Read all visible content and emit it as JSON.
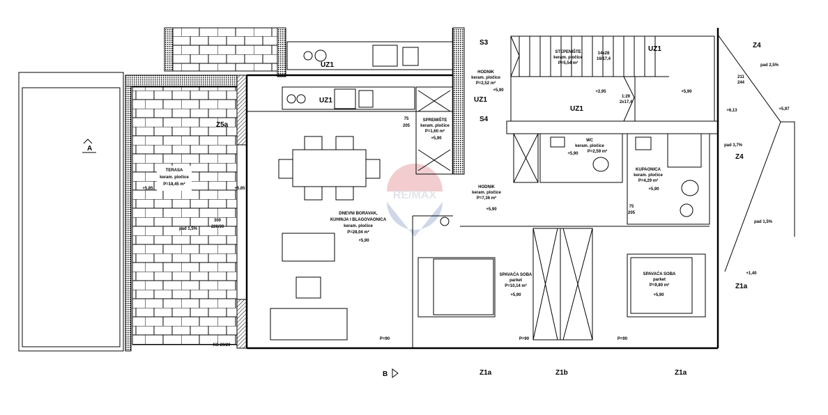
{
  "watermark": "RE/MAX",
  "colors": {
    "watermark_red": "#e8a4a8",
    "watermark_blue": "#a9b7d8",
    "lines": "#000000"
  },
  "rooms": [
    {
      "name": "TERASA",
      "floor": "keram. pločice",
      "area": "P=18,45 m²",
      "level": "+5,85"
    },
    {
      "name": "DNEVNI BORAVAK,",
      "name2": "KUHINJA I BLAGOVAONICA",
      "floor": "keram. pločice",
      "area": "P=28,04 m²",
      "level": "+5,90"
    },
    {
      "name": "SPREMIŠTE",
      "floor": "keram. pločice",
      "area": "P=1,60 m²",
      "level": "+5,90"
    },
    {
      "name": "HODNIK",
      "floor": "keram. pločice",
      "area": "P=2,52 m²",
      "level": "+5,90"
    },
    {
      "name": "STEPENIŠTE",
      "floor": "keram. pločice",
      "area": "P=5,54 m²"
    },
    {
      "name": "WC",
      "floor": "keram. pločice",
      "area": "P=2,59 m²",
      "level": "+5,90"
    },
    {
      "name": "KUPAONICA",
      "floor": "keram. pločice",
      "area": "P=4,29 m²",
      "level": "+5,90"
    },
    {
      "name": "HODNIK",
      "floor": "keram. pločice",
      "area": "P=7,36 m²",
      "level": "+5,90"
    },
    {
      "name": "SPAVAĆA SOBA",
      "floor": "parket",
      "area": "P=10,14 m²",
      "level": "+5,90"
    },
    {
      "name": "SPAVAĆA SOBA",
      "floor": "parket",
      "area": "P=9,80 m²",
      "level": "+5,90"
    }
  ],
  "tags": {
    "uz1": "UZ1",
    "z5a": "Z5a",
    "s3": "S3",
    "s4": "S4",
    "z4": "Z4",
    "z1a": "Z1a",
    "z1b": "Z1b",
    "a": "A",
    "b": "B"
  },
  "notes": {
    "terrace_level2": "+5,85",
    "terrace_slope": "pad 1,5%",
    "window_terrace": "300",
    "window_terrace2": "220/30",
    "stairs_main": "14x28",
    "stairs_main2": "16/17,4",
    "stairs_small": "1:29",
    "stairs_small2": "2x17,4",
    "stair_level": "+2,95",
    "stair_level2": "+5,90",
    "balcony_slope1": "pad 3,7%",
    "balcony_slope2": "pad 2,5%",
    "balcony_slope3": "pad 1,5%",
    "balcony_dim": "211",
    "balcony_dim2": "244",
    "level_613": "+6,13",
    "level_597": "+5,97",
    "level_140": "+1,40",
    "door_75": "75",
    "door_205": "205",
    "window_p": "P=90",
    "ks": "KS 20/20"
  }
}
